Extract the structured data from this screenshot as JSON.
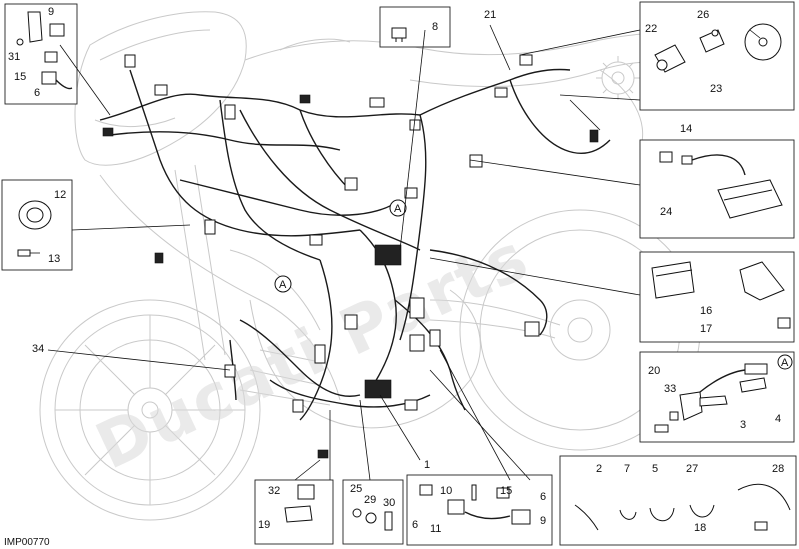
{
  "diagram": {
    "code": "IMP00770",
    "callouts": [
      "1",
      "2",
      "3",
      "4",
      "5",
      "6",
      "7",
      "8",
      "9",
      "10",
      "11",
      "12",
      "13",
      "14",
      "15",
      "16",
      "17",
      "18",
      "19",
      "20",
      "21",
      "22",
      "23",
      "24",
      "25",
      "26",
      "27",
      "28",
      "29",
      "30",
      "31",
      "32",
      "33",
      "34"
    ],
    "connector_marker": "A",
    "watermark": "Ducati Parts"
  },
  "colors": {
    "line": "#1a1a1a",
    "ghost": "#c9c9c9",
    "watermark": "#d8d8d8"
  }
}
